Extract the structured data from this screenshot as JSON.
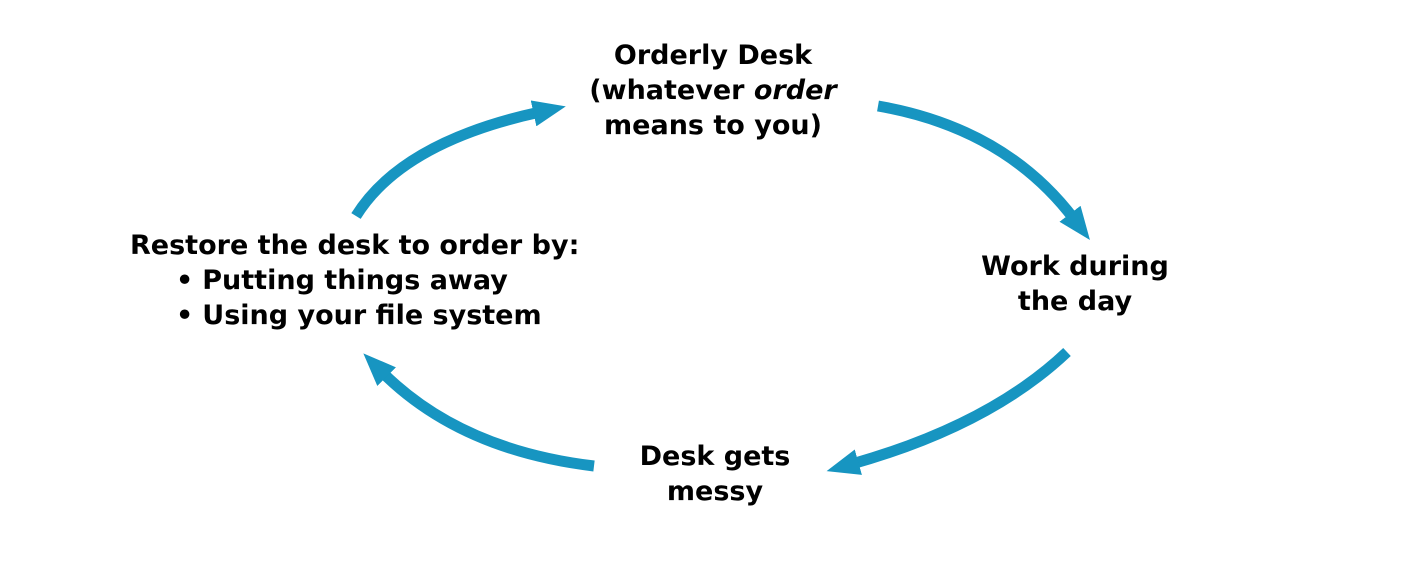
{
  "diagram": {
    "background_color": "#ffffff",
    "text_color": "#000000",
    "arrow_color": "#1795C1",
    "nodes": {
      "orderly_desk": {
        "line1": "Orderly Desk",
        "line2_pre": "(whatever ",
        "line2_emphasis": "order",
        "line3": "means to you)"
      },
      "work_during_day": {
        "line1": "Work during",
        "line2": "the day"
      },
      "desk_gets_messy": {
        "line1": "Desk gets",
        "line2": "messy"
      },
      "restore_desk": {
        "heading": "Restore the desk to order by:",
        "bullet_char": "•",
        "bullets": [
          "Putting things away",
          "Using your file system"
        ]
      }
    },
    "arrows": [
      {
        "name": "orderly-desk-to-work",
        "from": "orderly_desk",
        "to": "work_during_day"
      },
      {
        "name": "work-to-desk-gets-messy",
        "from": "work_during_day",
        "to": "desk_gets_messy"
      },
      {
        "name": "desk-gets-messy-to-restore",
        "from": "desk_gets_messy",
        "to": "restore_desk"
      },
      {
        "name": "restore-to-orderly-desk",
        "from": "restore_desk",
        "to": "orderly_desk"
      }
    ]
  }
}
